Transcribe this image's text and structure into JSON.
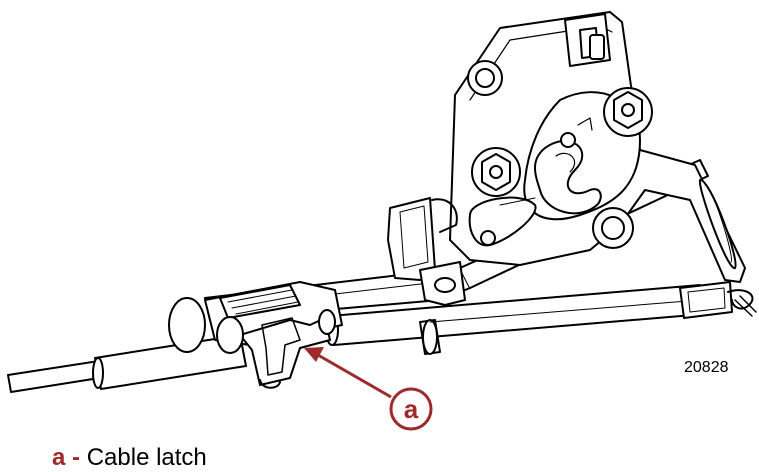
{
  "figure_number": "20828",
  "callouts": [
    {
      "letter": "a",
      "description": "Cable latch"
    }
  ],
  "legend": {
    "key": "a",
    "separator": "-",
    "description": "Cable latch"
  },
  "colors": {
    "line_art": "#000000",
    "callout": "#9e2a2b",
    "background": "#ffffff"
  }
}
